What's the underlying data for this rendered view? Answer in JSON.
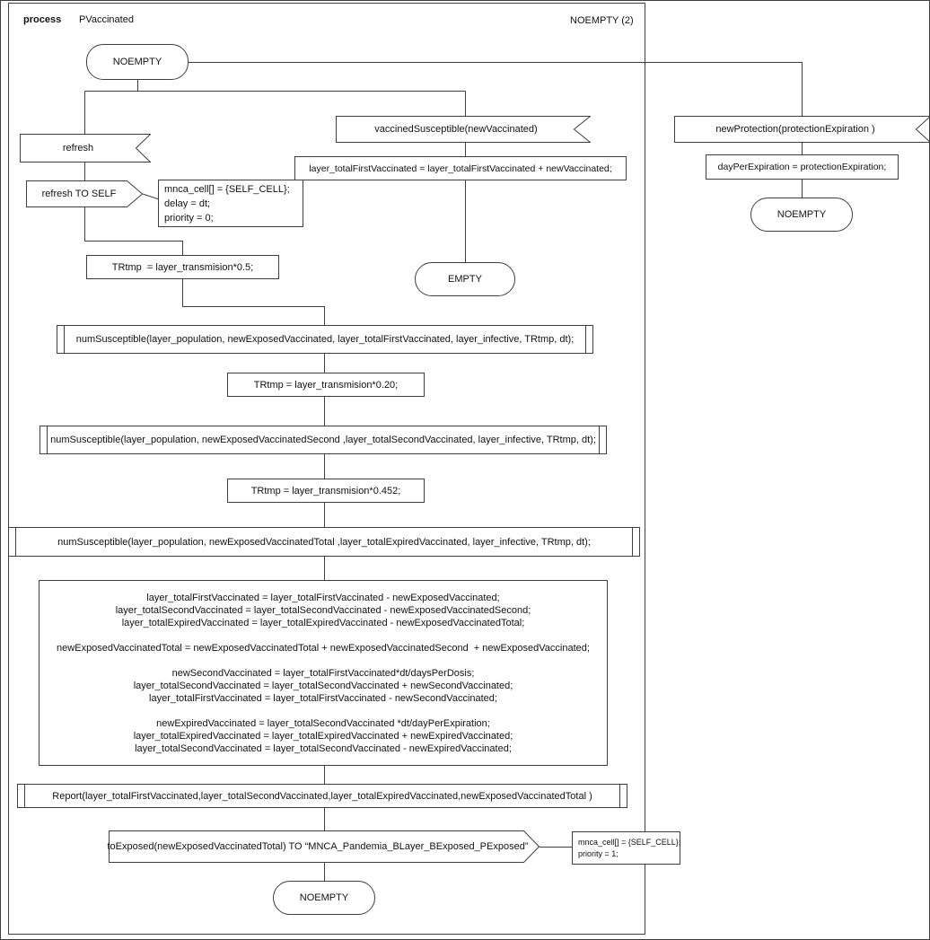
{
  "header": {
    "type_label": "process",
    "process_name": "PVaccinated",
    "state_label": "NOEMPTY (2)"
  },
  "nodes": {
    "start_state": "NOEMPTY",
    "refresh_receive": "refresh",
    "refresh_send": "refresh TO SELF",
    "refresh_note": {
      "line1": "mnca_cell[] = {SELF_CELL};",
      "line2": "delay = dt;",
      "line3": "priority = 0;"
    },
    "trtmp_first": "TRtmp  = layer_transmision*0.5;",
    "vaccined_susceptible": "vaccinedSusceptible(newVaccinated)",
    "assign_first_vaccinated": "layer_totalFirstVaccinated = layer_totalFirstVaccinated + newVaccinated;",
    "empty_state": "EMPTY",
    "new_protection": "newProtection(protectionExpiration )",
    "day_per_expiration": "dayPerExpiration = protectionExpiration;",
    "right_state": "NOEMPTY",
    "num_susceptible_1": "numSusceptible(layer_population, newExposedVaccinated, layer_totalFirstVaccinated, layer_infective, TRtmp, dt);",
    "trtmp_second": "TRtmp = layer_transmision*0.20;",
    "num_susceptible_2": "numSusceptible(layer_population, newExposedVaccinatedSecond ,layer_totalSecondVaccinated, layer_infective, TRtmp, dt);",
    "trtmp_third": "TRtmp = layer_transmision*0.452;",
    "num_susceptible_3": "numSusceptible(layer_population, newExposedVaccinatedTotal ,layer_totalExpiredVaccinated, layer_infective, TRtmp, dt);",
    "update_block": {
      "group1": [
        "layer_totalFirstVaccinated = layer_totalFirstVaccinated - newExposedVaccinated;",
        "layer_totalSecondVaccinated = layer_totalSecondVaccinated - newExposedVaccinatedSecond;",
        "layer_totalExpiredVaccinated = layer_totalExpiredVaccinated - newExposedVaccinatedTotal;"
      ],
      "group2": [
        "newExposedVaccinatedTotal = newExposedVaccinatedTotal + newExposedVaccinatedSecond  + newExposedVaccinated;"
      ],
      "group3": [
        "newSecondVaccinated = layer_totalFirstVaccinated*dt/daysPerDosis;",
        "layer_totalSecondVaccinated = layer_totalSecondVaccinated + newSecondVaccinated;",
        "layer_totalFirstVaccinated = layer_totalFirstVaccinated - newSecondVaccinated;"
      ],
      "group4": [
        "newExpiredVaccinated = layer_totalSecondVaccinated *dt/dayPerExpiration;",
        "layer_totalExpiredVaccinated = layer_totalExpiredVaccinated + newExpiredVaccinated;",
        "layer_totalSecondVaccinated = layer_totalSecondVaccinated - newExpiredVaccinated;"
      ]
    },
    "report": "Report(layer_totalFirstVaccinated,layer_totalSecondVaccinated,layer_totalExpiredVaccinated,newExposedVaccinatedTotal )",
    "to_exposed": "toExposed(newExposedVaccinatedTotal) TO “MNCA_Pandemia_BLayer_BExposed_PExposed”",
    "exposed_note": {
      "line1": "mnca_cell[] = {SELF_CELL};",
      "line2": "priority = 1;"
    },
    "end_state": "NOEMPTY"
  },
  "colors": {
    "line": "#3f3f3f",
    "background": "#ffffff",
    "text": "#111111"
  }
}
